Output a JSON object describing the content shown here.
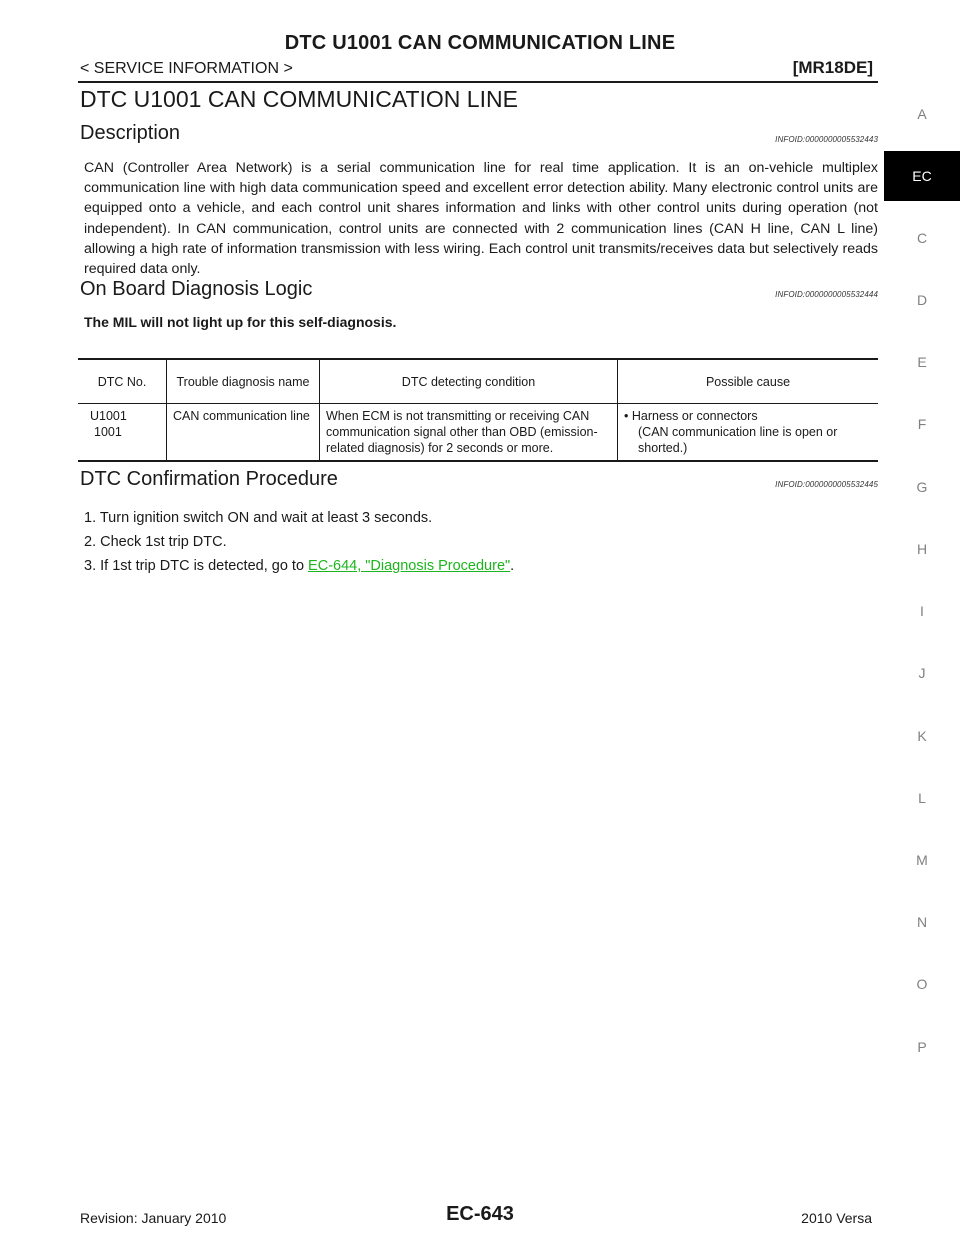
{
  "header": {
    "title": "DTC U1001 CAN COMMUNICATION LINE",
    "section": "< SERVICE INFORMATION >",
    "model": "[MR18DE]"
  },
  "page_title": "DTC U1001 CAN COMMUNICATION LINE",
  "description": {
    "heading": "Description",
    "infoid": "INFOID:0000000005532443",
    "text": "CAN (Controller Area Network) is a serial communication line for real time application. It is an on-vehicle multiplex communication line with high data communication speed and excellent error detection ability. Many electronic control units are equipped onto a vehicle, and each control unit shares information and links with other control units during operation (not independent). In CAN communication, control units are connected with 2 communication lines (CAN H line, CAN L line) allowing a high rate of information transmission with less wiring. Each control unit transmits/receives data but selectively reads required data only."
  },
  "obd": {
    "heading": "On Board Diagnosis Logic",
    "infoid": "INFOID:0000000005532444",
    "note": "The MIL will not light up for this self-diagnosis.",
    "table": {
      "headers": [
        "DTC No.",
        "Trouble diagnosis name",
        "DTC detecting condition",
        "Possible cause"
      ],
      "row": {
        "dtc_no_1": "U1001",
        "dtc_no_2": "1001",
        "name": "CAN communication line",
        "condition": "When ECM is not transmitting or receiving CAN communication signal other than OBD (emission-related diagnosis) for 2 seconds or more.",
        "cause_bullet": "• Harness or connectors",
        "cause_detail": "(CAN communication line is open or shorted.)"
      }
    }
  },
  "confirmation": {
    "heading": "DTC Confirmation Procedure",
    "infoid": "INFOID:0000000005532445",
    "steps": [
      "1.  Turn ignition switch ON and wait at least 3 seconds.",
      "2.  Check 1st trip DTC.",
      "3.  If 1st trip DTC is detected, go to "
    ],
    "link_text": "EC-644, \"Diagnosis Procedure\"",
    "step3_tail": "."
  },
  "tabs": [
    "A",
    "EC",
    "C",
    "D",
    "E",
    "F",
    "G",
    "H",
    "I",
    "J",
    "K",
    "L",
    "M",
    "N",
    "O",
    "P"
  ],
  "active_tab": "EC",
  "footer": {
    "revision": "Revision: January 2010",
    "page": "EC-643",
    "model": "2010 Versa"
  }
}
